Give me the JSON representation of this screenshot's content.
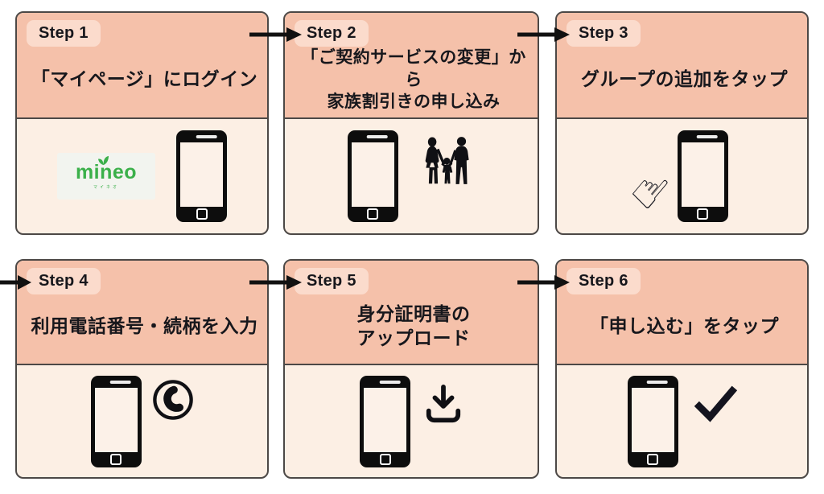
{
  "diagram": {
    "language": "ja",
    "topic": "mineo family discount application steps"
  },
  "steps": [
    {
      "label": "Step 1",
      "title": "「マイページ」にログイン",
      "icons": [
        "mineo-logo",
        "smartphone-icon"
      ]
    },
    {
      "label": "Step 2",
      "title": "「ご契約サービスの変更」から\n家族割引きの申し込み",
      "icons": [
        "smartphone-icon",
        "family-icon"
      ]
    },
    {
      "label": "Step 3",
      "title": "グループの追加をタップ",
      "icons": [
        "pointing-hand-icon",
        "smartphone-icon"
      ]
    },
    {
      "label": "Step 4",
      "title": "利用電話番号・続柄を入力",
      "icons": [
        "smartphone-icon",
        "phone-receiver-icon"
      ]
    },
    {
      "label": "Step 5",
      "title": "身分証明書の\nアップロード",
      "icons": [
        "smartphone-icon",
        "download-icon"
      ]
    },
    {
      "label": "Step 6",
      "title": "「申し込む」をタップ",
      "icons": [
        "smartphone-icon",
        "checkmark-icon"
      ]
    }
  ],
  "logo": {
    "text": "mineo",
    "subtext": "マイネオ"
  },
  "glyphs": {
    "pointing_hand": "☝"
  },
  "colors": {
    "header_bg": "#f5c1aa",
    "body_bg": "#fcefe4",
    "badge_bg": "#fbdbcc",
    "card_border": "#4c4846",
    "text": "#17171c",
    "arrow": "#111111",
    "mineo_green": "#3bb04a",
    "logo_bg": "#f2f4ef",
    "phone_black": "#0d0d0d",
    "phone_screen": "#fcf1e8",
    "background": "#ffffff"
  }
}
